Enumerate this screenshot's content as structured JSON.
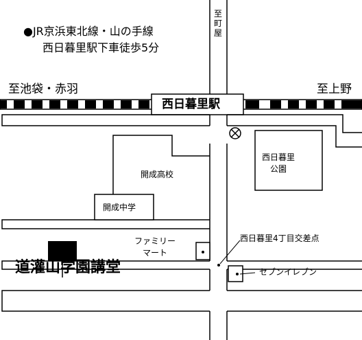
{
  "access": {
    "line1": "●JR京浜東北線・山の手線",
    "line2": "西日暮里駅下車徒歩5分"
  },
  "railway": {
    "direction_left": "至池袋・赤羽",
    "direction_right": "至上野",
    "station_name": "西日暮里駅"
  },
  "road": {
    "direction_north": "至町屋"
  },
  "landmarks": {
    "kaisei_high": "開成高校",
    "kaisei_middle": "開成中学",
    "park_line1": "西日暮里",
    "park_line2": "公園",
    "familymart_line1": "ファミリー",
    "familymart_line2": "マート",
    "crossing": "西日暮里4丁目交差点",
    "seven_eleven": "セブンイレブン"
  },
  "destination": {
    "name": "道灌山学園講堂"
  },
  "icons": {
    "police_box": "police-box-icon"
  }
}
